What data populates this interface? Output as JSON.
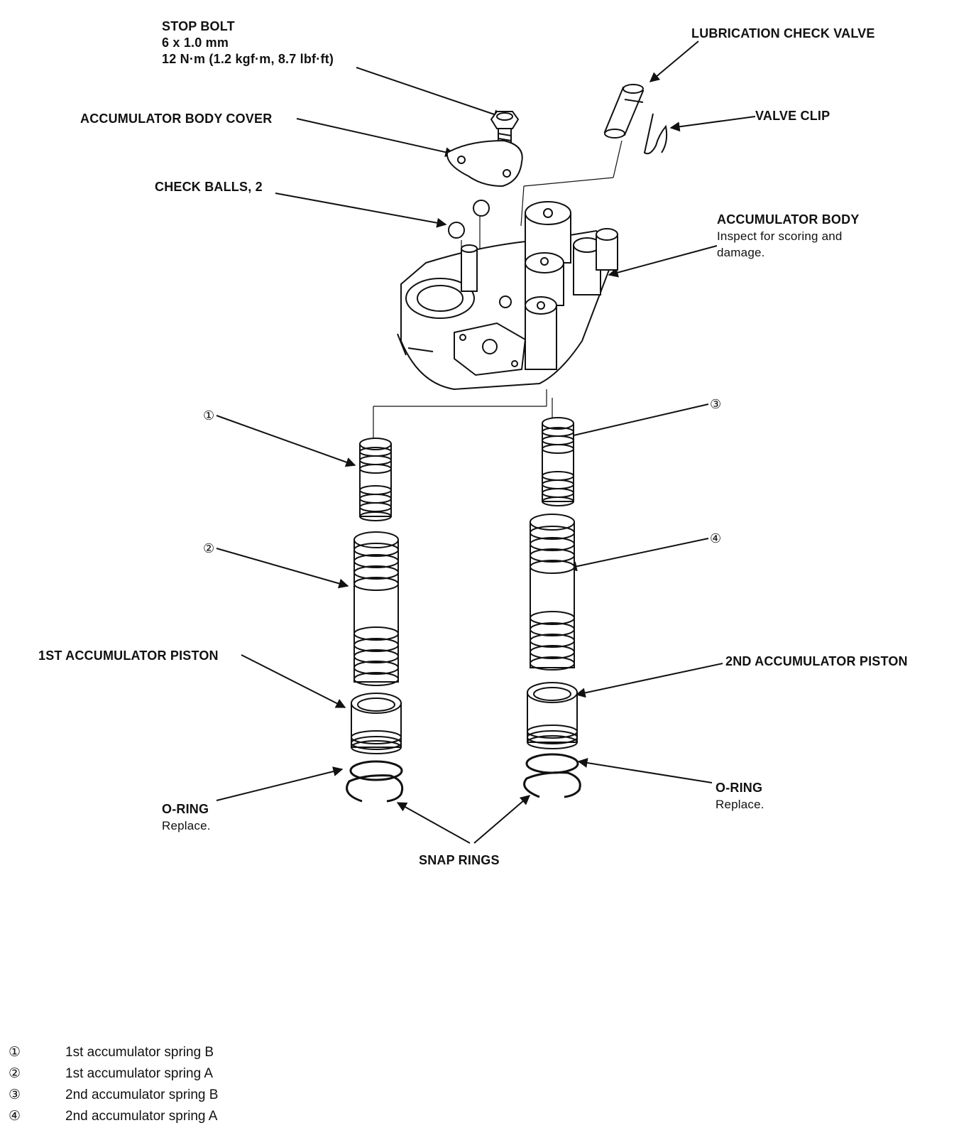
{
  "labels": {
    "stop_bolt": {
      "title": "STOP BOLT",
      "size": "6 x 1.0 mm",
      "torque": "12 N·m (1.2 kgf·m, 8.7 lbf·ft)"
    },
    "lubrication_check_valve": "LUBRICATION CHECK VALVE",
    "valve_clip": "VALVE CLIP",
    "accumulator_body_cover": "ACCUMULATOR BODY COVER",
    "check_balls": "CHECK BALLS, 2",
    "accumulator_body": {
      "title": "ACCUMULATOR BODY",
      "note_line1": "Inspect for scoring and",
      "note_line2": "damage."
    },
    "callout_1": "①",
    "callout_2": "②",
    "callout_3": "③",
    "callout_4": "④",
    "first_piston": "1ST ACCUMULATOR PISTON",
    "second_piston": "2ND ACCUMULATOR PISTON",
    "o_ring_left": {
      "title": "O-RING",
      "note": "Replace."
    },
    "o_ring_right": {
      "title": "O-RING",
      "note": "Replace."
    },
    "snap_rings": "SNAP RINGS"
  },
  "legend": [
    {
      "num": "①",
      "text": "1st accumulator spring B"
    },
    {
      "num": "②",
      "text": "1st accumulator spring A"
    },
    {
      "num": "③",
      "text": "2nd accumulator spring B"
    },
    {
      "num": "④",
      "text": "2nd accumulator spring A"
    }
  ]
}
